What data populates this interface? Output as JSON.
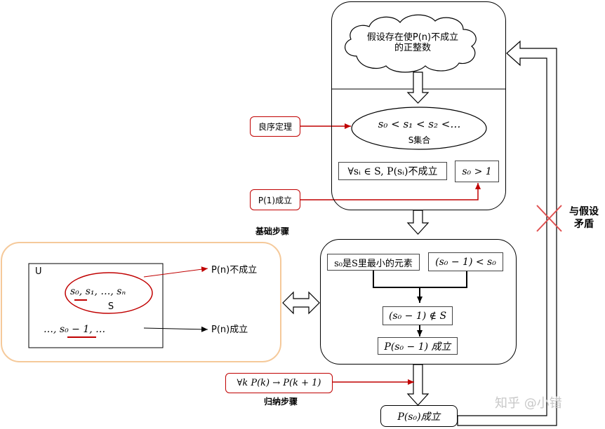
{
  "cloud_text_line1": "假设存在使P(n)不成立",
  "cloud_text_line2": "的正整数",
  "well_ordering": "良序定理",
  "s_chain": "s₀ < s₁ < s₂ <…",
  "s_set": "S集合",
  "forall_not": "∀sᵢ ∈ S, P(sᵢ)不成立",
  "s0_gt_1": "s₀ > 1",
  "p1_holds": "P(1)成立",
  "base_step": "基础步骤",
  "u_label": "U",
  "s_members": "s₀, s₁, …, sₙ",
  "s_label": "S",
  "outside_s": "…, s₀ − 1, …",
  "pn_not": "P(n)不成立",
  "pn_holds": "P(n)成立",
  "s0_min": "s₀是S里最小的元素",
  "s0_minus_lt": "(s₀ − 1) < s₀",
  "s0_minus_notin": "(s₀ − 1) ∉ S",
  "p_s0_minus_holds": "P(s₀ − 1) 成立",
  "induction_formula": "∀k P(k) → P(k + 1)",
  "induction_step": "归纳步骤",
  "p_s0_holds": "P(s₀)成立",
  "contradiction_line1": "与假设",
  "contradiction_line2": "矛盾",
  "watermark": "知乎 @小错",
  "colors": {
    "red": "#c00000",
    "orange": "#f5c99a",
    "black": "#000000"
  }
}
